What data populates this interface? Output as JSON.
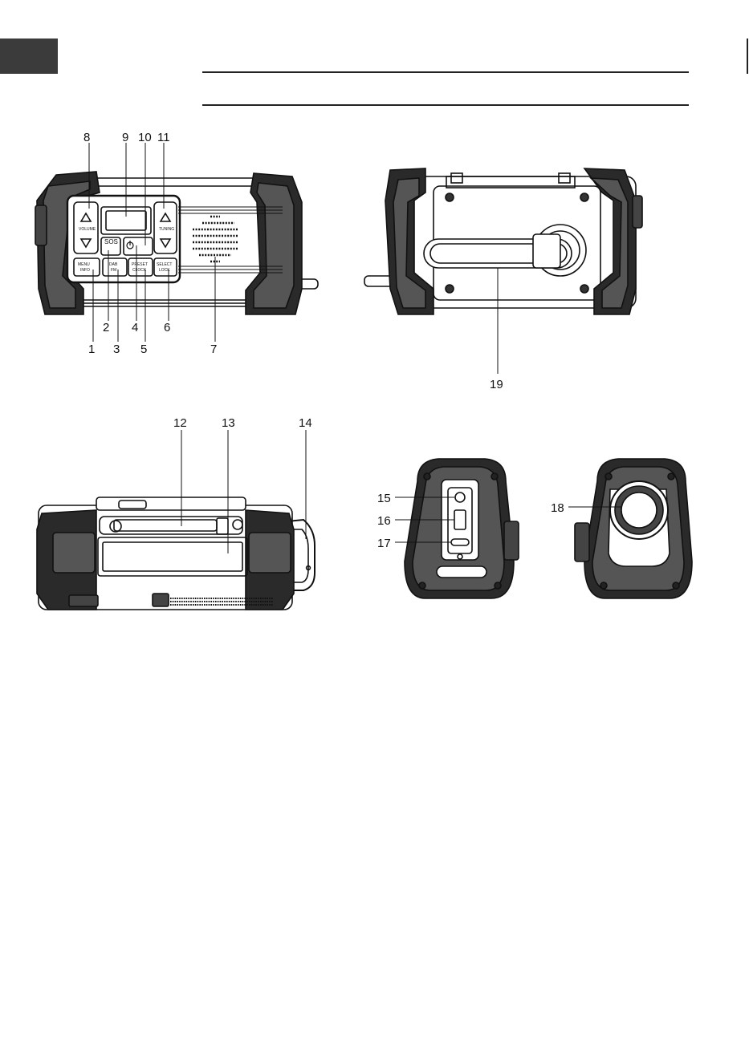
{
  "callouts": {
    "c1": "1",
    "c2": "2",
    "c3": "3",
    "c4": "4",
    "c5": "5",
    "c6": "6",
    "c7": "7",
    "c8": "8",
    "c9": "9",
    "c10": "10",
    "c11": "11",
    "c12": "12",
    "c13": "13",
    "c14": "14",
    "c15": "15",
    "c16": "16",
    "c17": "17",
    "c18": "18",
    "c19": "19"
  },
  "front_panel": {
    "volume_label": "VOLUME",
    "tuning_label": "TUNING",
    "sos_label": "SOS",
    "btn_menu": "MENU",
    "btn_menu_sub": "INFO",
    "btn_band": "DAB",
    "btn_band_sub": "FM",
    "btn_preset": "PRESET",
    "btn_preset_sub": "CLOCK",
    "btn_select": "SELECT",
    "btn_select_sub": "LOCK"
  },
  "colors": {
    "tab": "#3b3b3b",
    "line": "#111111"
  }
}
